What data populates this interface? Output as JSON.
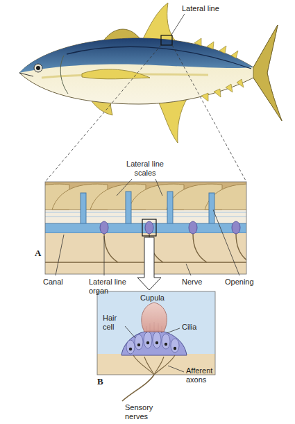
{
  "diagram": {
    "labels": [
      "Lateral line",
      "Lateral line scales",
      "A",
      "Canal",
      "Lateral line organ",
      "Nerve",
      "Opening",
      "Cupula",
      "Hair cell",
      "Cilia",
      "B",
      "Afferent axons",
      "Sensory nerves"
    ]
  }
}
